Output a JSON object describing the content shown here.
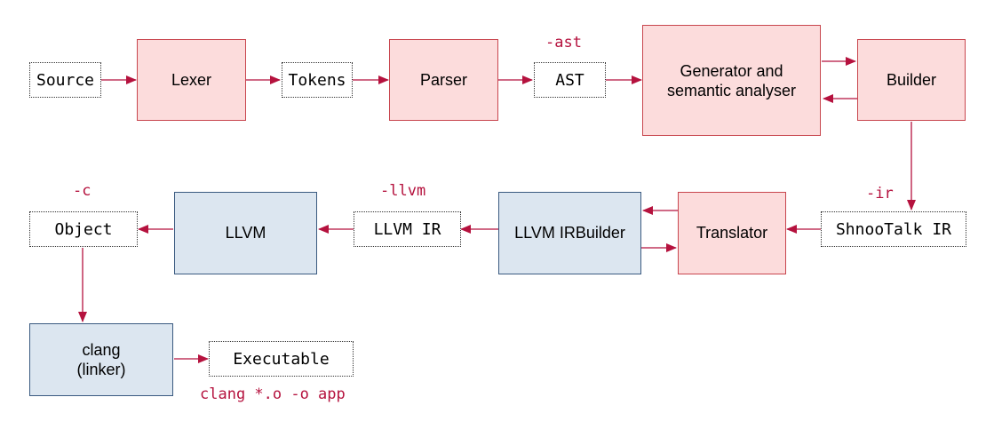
{
  "nodes": {
    "source": "Source",
    "lexer": "Lexer",
    "tokens": "Tokens",
    "parser": "Parser",
    "ast": "AST",
    "generator_line1": "Generator and",
    "generator_line2": "semantic analyser",
    "builder": "Builder",
    "shnootalk_ir": "ShnooTalk IR",
    "translator": "Translator",
    "llvm_irbuilder": "LLVM IRBuilder",
    "llvm_ir": "LLVM IR",
    "llvm": "LLVM",
    "object": "Object",
    "clang_line1": "clang",
    "clang_line2": "(linker)",
    "executable": "Executable"
  },
  "flags": {
    "ast": "-ast",
    "ir": "-ir",
    "llvm": "-llvm",
    "object": "-c",
    "link": "clang *.o -o app"
  },
  "colors": {
    "stage_fill": "#fcdcdc",
    "stage_border": "#c8464e",
    "tool_fill": "#dce6f0",
    "tool_border": "#3a5a80",
    "arrow": "#b5123e",
    "flag_text": "#b5123e"
  }
}
